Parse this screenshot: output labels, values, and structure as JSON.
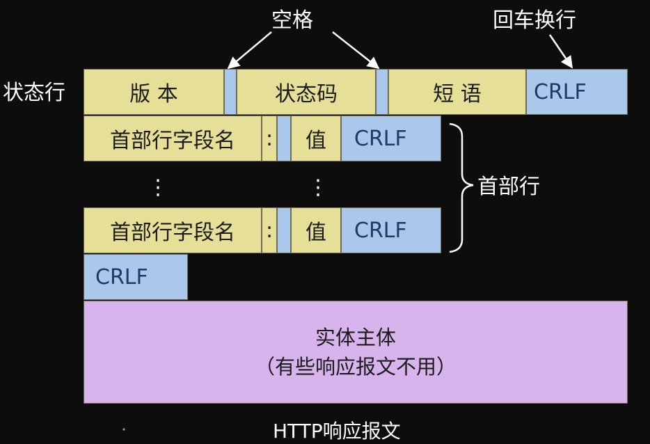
{
  "annotations": {
    "space": "空格",
    "crlf_note": "回车换行",
    "status_line": "状态行",
    "header_lines": "首部行",
    "caption": "HTTP响应报文"
  },
  "status_line": {
    "version": "版 本",
    "status_code": "状态码",
    "phrase": "短 语",
    "crlf": "CRLF"
  },
  "header_row_1": {
    "field_name": "首部行字段名",
    "colon": ":",
    "value": "值",
    "crlf": "CRLF"
  },
  "header_row_2": {
    "field_name": "首部行字段名",
    "colon": ":",
    "value": "值",
    "crlf": "CRLF"
  },
  "ellipsis": "⋮",
  "blank_line": {
    "crlf": "CRLF"
  },
  "entity_body": {
    "line1": "实体主体",
    "line2": "（有些响应报文不用）"
  },
  "colors": {
    "field": "#e6df98",
    "separator": "#a9c8ec",
    "body": "#d8b4ed",
    "background": "#0d0d0d"
  }
}
